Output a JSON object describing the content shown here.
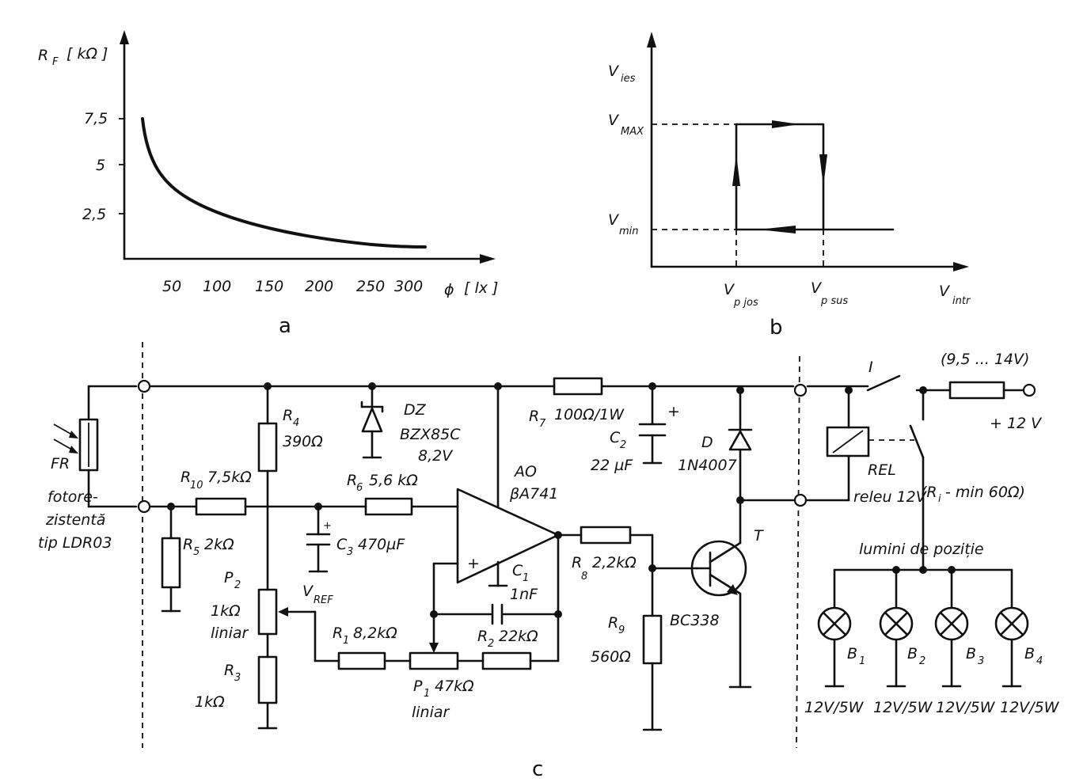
{
  "panel_a": {
    "caption": "a",
    "y_axis_label": "R",
    "y_axis_sub": "F",
    "y_axis_unit": "[ kΩ ]",
    "x_axis_label": "ϕ",
    "x_axis_unit": "[ lx ]",
    "y_ticks": [
      "7,5",
      "5",
      "2,5"
    ],
    "x_ticks": [
      "50",
      "100",
      "150",
      "200",
      "250",
      "300"
    ]
  },
  "panel_b": {
    "caption": "b",
    "v_ies": "V",
    "v_ies_sub": "ies",
    "v_max": "V",
    "v_max_sub": "MAX",
    "v_min": "V",
    "v_min_sub": "min",
    "v_intr": "V",
    "v_intr_sub": "intr",
    "v_pjos": "V",
    "v_pjos_sub": "p jos",
    "v_psus": "V",
    "v_psus_sub": "p sus"
  },
  "panel_c": {
    "caption": "c",
    "fr_label": "FR",
    "fr_desc_1": "fotore-",
    "fr_desc_2": "zistentă",
    "fr_desc_3": "tip LDR03",
    "r10": "R",
    "r10_sub": "10",
    "r10_val": "7,5kΩ",
    "r5": "R",
    "r5_sub": "5",
    "r5_val": "2kΩ",
    "r4": "R",
    "r4_sub": "4",
    "r4_val": "390Ω",
    "p2": "P",
    "p2_sub": "2",
    "p2_val": "1kΩ",
    "p2_type": "liniar",
    "r3": "R",
    "r3_sub": "3",
    "r3_val": "1kΩ",
    "dz": "DZ",
    "dz_type": "BZX85C",
    "dz_val": "8,2V",
    "r6": "R",
    "r6_sub": "6",
    "r6_val": "5,6 kΩ",
    "c3": "C",
    "c3_sub": "3",
    "c3_val": "470µF",
    "vref": "V",
    "vref_sub": "REF",
    "r1": "R",
    "r1_sub": "1",
    "r1_val": "8,2kΩ",
    "p1": "P",
    "p1_sub": "1",
    "p1_val": "47kΩ",
    "p1_type": "liniar",
    "r2": "R",
    "r2_sub": "2",
    "r2_val": "22kΩ",
    "c1": "C",
    "c1_sub": "1",
    "c1_val": "1nF",
    "ao": "AO",
    "ao_type": "βA741",
    "r7": "R",
    "r7_sub": "7",
    "r7_val": "100Ω/1W",
    "c2": "C",
    "c2_sub": "2",
    "c2_val": "22 µF",
    "r8": "R",
    "r8_sub": "8",
    "r8_val": "2,2kΩ",
    "r9": "R",
    "r9_sub": "9",
    "r9_val": "560Ω",
    "t": "T",
    "t_type": "BC338",
    "d": "D",
    "d_type": "1N4007",
    "switch": "I",
    "supply_range": "(9,5 ... 14V)",
    "supply": "+ 12 V",
    "rel": "REL",
    "rel_desc": "releu 12V",
    "rel_spec": "(R",
    "rel_spec_sub": "i",
    "rel_spec_val": "- min 60Ω)",
    "lamps_title": "lumini  de poziție",
    "lamps": [
      {
        "name": "B",
        "sub": "1",
        "rating": "12V/5W"
      },
      {
        "name": "B",
        "sub": "2",
        "rating": "12V/5W"
      },
      {
        "name": "B",
        "sub": "3",
        "rating": "12V/5W"
      },
      {
        "name": "B",
        "sub": "4",
        "rating": "12V/5W"
      }
    ]
  }
}
